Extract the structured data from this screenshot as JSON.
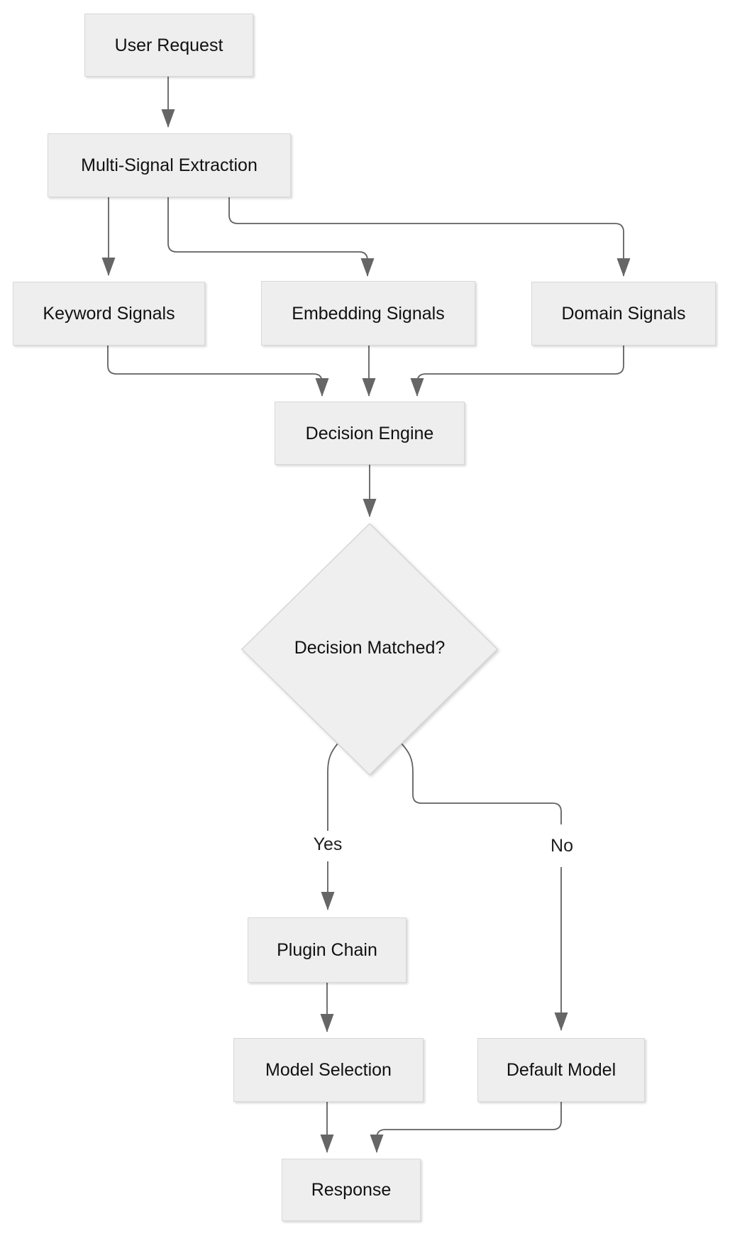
{
  "diagram": {
    "nodes": {
      "user_request": {
        "label": "User Request"
      },
      "multi_signal": {
        "label": "Multi-Signal Extraction"
      },
      "keyword_signals": {
        "label": "Keyword Signals"
      },
      "embedding_signals": {
        "label": "Embedding Signals"
      },
      "domain_signals": {
        "label": "Domain Signals"
      },
      "decision_engine": {
        "label": "Decision Engine"
      },
      "decision_matched": {
        "label": "Decision Matched?"
      },
      "plugin_chain": {
        "label": "Plugin Chain"
      },
      "model_selection": {
        "label": "Model Selection"
      },
      "default_model": {
        "label": "Default Model"
      },
      "response": {
        "label": "Response"
      }
    },
    "edge_labels": {
      "yes": "Yes",
      "no": "No"
    },
    "colors": {
      "background": "#ffffff",
      "node_fill": "#eeeeee",
      "node_border": "#d9d9d9",
      "edge_stroke": "#616161",
      "arrowhead": "#666666",
      "text": "#111111"
    }
  }
}
